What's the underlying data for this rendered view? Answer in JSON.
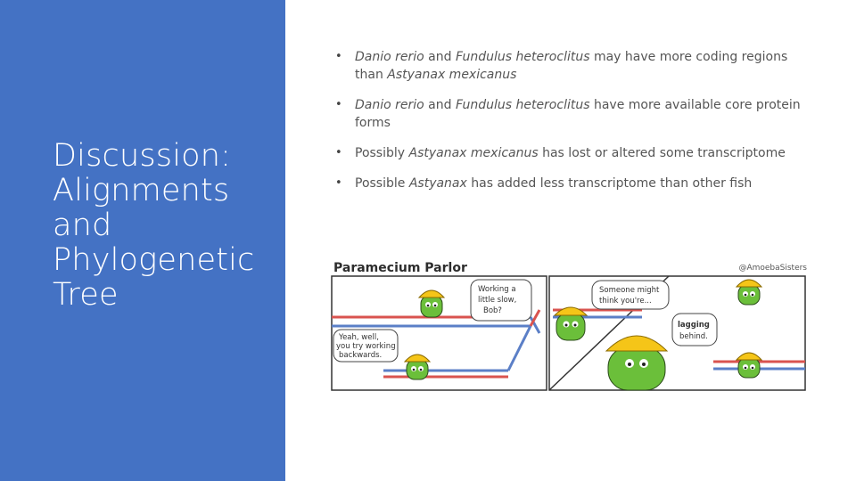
{
  "slide": {
    "title_lines": [
      "Discussion:",
      "Alignments",
      "and",
      "Phylogenetic",
      "Tree"
    ]
  },
  "bullets": [
    {
      "marker": "•",
      "parts": [
        {
          "text": "Danio rerio",
          "italic": true
        },
        {
          "text": " and ",
          "italic": false
        },
        {
          "text": "Fundulus heteroclitus",
          "italic": true
        },
        {
          "text": " may have more coding regions than ",
          "italic": false
        },
        {
          "text": "Astyanax mexicanus",
          "italic": true
        }
      ]
    },
    {
      "marker": "•",
      "parts": [
        {
          "text": "Danio rerio",
          "italic": true
        },
        {
          "text": " and ",
          "italic": false
        },
        {
          "text": "Fundulus heteroclitus",
          "italic": true
        },
        {
          "text": " have more available core protein forms",
          "italic": false
        }
      ]
    },
    {
      "marker": "•",
      "parts": [
        {
          "text": "Possibly ",
          "italic": false
        },
        {
          "text": "Astyanax mexicanus",
          "italic": true
        },
        {
          "text": " has lost or altered some transcriptome",
          "italic": false
        }
      ]
    },
    {
      "marker": "•",
      "parts": [
        {
          "text": "Possible ",
          "italic": false
        },
        {
          "text": "Astyanax",
          "italic": true
        },
        {
          "text": " has added less transcriptome than other fish",
          "italic": false
        }
      ]
    }
  ],
  "comic": {
    "header_title": "Paramecium Parlor",
    "credit": "@AmoebaSisters",
    "bubble_working": [
      "Working a",
      "little slow,",
      "Bob?"
    ],
    "bubble_yeah": [
      "Yeah, well,",
      "you try working",
      "backwards."
    ],
    "bubble_someone": [
      "Someone might",
      "think you're..."
    ],
    "bubble_lagging": [
      "lagging",
      "behind."
    ]
  },
  "colors": {
    "sidebar": "#4472c4",
    "title_text": "#ffffff",
    "character_green": "#6bbf3a",
    "hard_hat": "#f5c518",
    "dna_red": "#d9534f",
    "dna_blue": "#5b7fc7"
  }
}
